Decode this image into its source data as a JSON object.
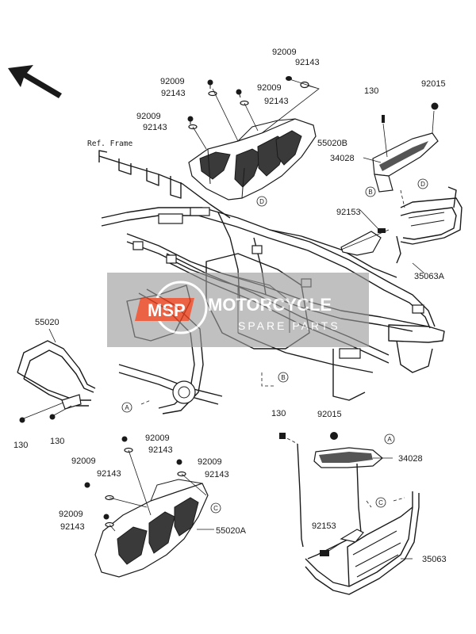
{
  "watermark": {
    "line1": "MOTORCYCLE",
    "line2": "SPARE PARTS",
    "badge": "MSP",
    "accent": "#e8401c",
    "panel_color": "#9a9a9a"
  },
  "frame_label": "Ref. Frame",
  "direction_icon": "arrow-up-left-icon",
  "labels": {
    "p_92009_top_right": "92009",
    "p_92143_top_right": "92143",
    "p_92009_top_mid1": "92009",
    "p_92143_top_mid1": "92143",
    "p_92009_top_mid2": "92009",
    "p_92143_top_mid2": "92143",
    "p_92009_top_left": "92009",
    "p_92143_top_left": "92143",
    "p_55020B": "55020B",
    "p_130_right_top": "130",
    "p_92015_right_top": "92015",
    "p_34028_right_top": "34028",
    "p_92153_right_top": "92153",
    "p_35063A": "35063A",
    "p_55020": "55020",
    "p_130_left_a": "130",
    "p_130_left_b": "130",
    "p_92009_bot_1": "92009",
    "p_92143_bot_1": "92143",
    "p_92009_bot_2": "92009",
    "p_92143_bot_2": "92143",
    "p_92009_bot_3": "92009",
    "p_92143_bot_3": "92143",
    "p_92009_bot_4": "92009",
    "p_92143_bot_4": "92143",
    "p_55020A": "55020A",
    "p_130_right_bot": "130",
    "p_92015_right_bot": "92015",
    "p_34028_right_bot": "34028",
    "p_92153_right_bot": "92153",
    "p_35063": "35063"
  },
  "callouts": {
    "a1": "A",
    "a2": "A",
    "b1": "B",
    "b2": "B",
    "c1": "C",
    "c2": "C",
    "d1": "D",
    "d2": "D"
  }
}
